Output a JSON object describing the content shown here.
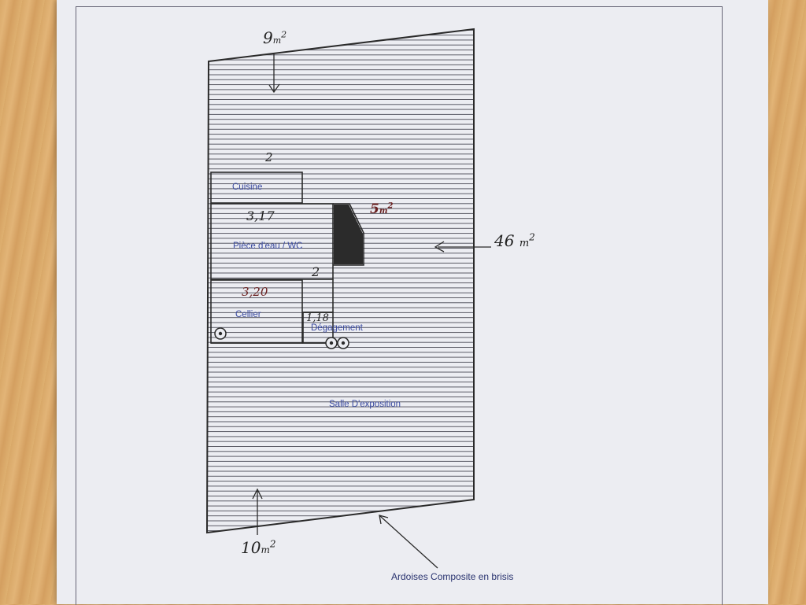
{
  "rooms": {
    "cuisine": "Cuisine",
    "piece_eau_wc": "Pièce d'eau / WC",
    "cellier": "Cellier",
    "degagement": "Dégagement",
    "salle_exposition": "Salle D'exposition"
  },
  "annotations": {
    "area_top": "9",
    "area_top_unit": "m",
    "area_top_exp": "2",
    "area_right": "46",
    "area_right_unit": "m",
    "area_right_exp": "2",
    "area_bottom": "10",
    "area_bottom_unit": "m",
    "area_bottom_exp": "2",
    "area_small": "5",
    "area_small_unit": "m",
    "area_small_exp": "2",
    "dim_cuisine": "2",
    "dim_piece_eau": "3,17",
    "dim_side": "2",
    "dim_cellier": "3,20",
    "dim_degagement": "1,18"
  },
  "caption": "Ardoises Composite en brisis",
  "colors": {
    "line": "#2a2a2a",
    "hatch": "#4a4a55",
    "label": "#3a4aa0",
    "paper": "#ecedf2",
    "wood": "#d9a868",
    "fill_dark": "#2b2b2b"
  }
}
